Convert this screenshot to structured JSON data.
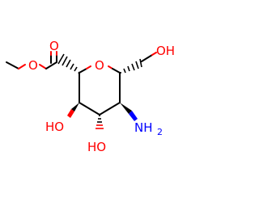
{
  "molecule": {
    "atoms": {
      "ring_oxygen": "O",
      "carbonyl_oxygen": "O",
      "ester_oxygen": "O",
      "hydroxyl_top": "OH",
      "hydroxyl_left": "HO",
      "hydroxyl_bottom": "HO",
      "amino": "NH",
      "amino_subscript": "2"
    },
    "colors": {
      "bond": "#000000",
      "oxygen": "#ff0000",
      "nitrogen": "#0000ff",
      "background": "#ffffff"
    }
  }
}
